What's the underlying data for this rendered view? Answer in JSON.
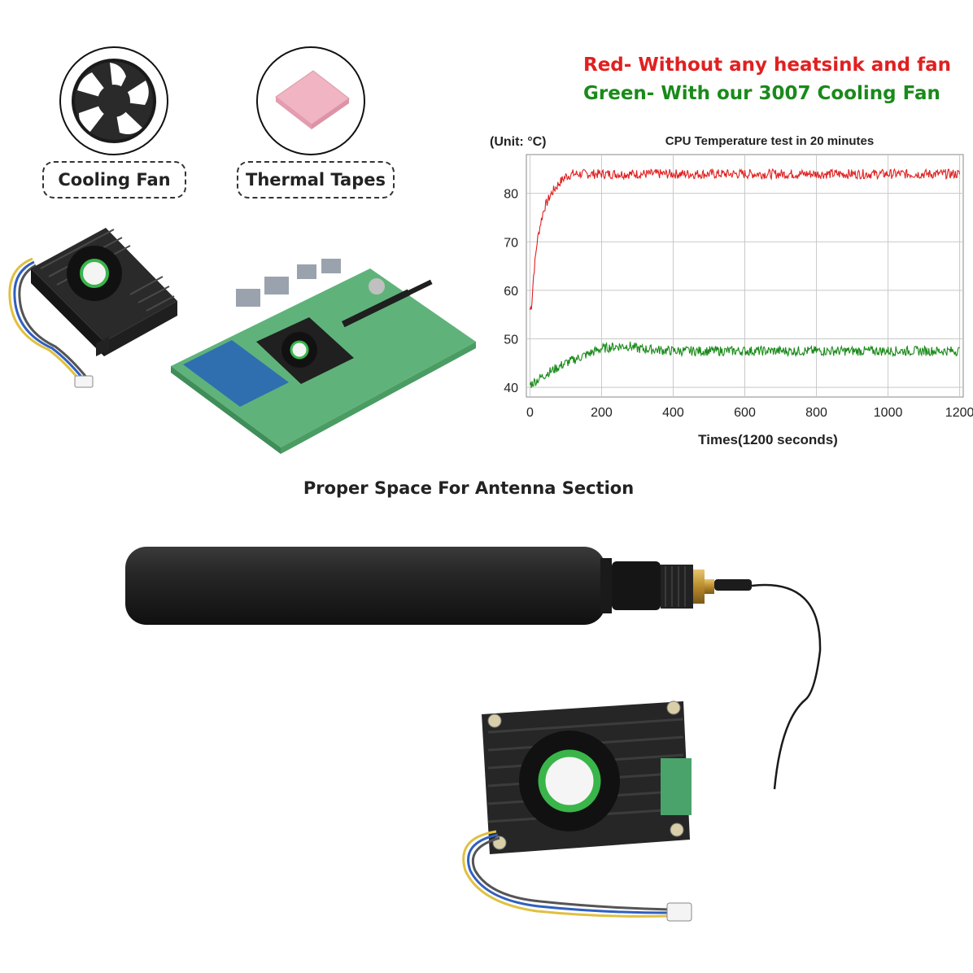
{
  "labels": {
    "cooling_fan": "Cooling Fan",
    "thermal_tapes": "Thermal Tapes",
    "antenna_section": "Proper Space For Antenna Section"
  },
  "legend": {
    "red": "Red- Without any heatsink and fan",
    "green": "Green-  With our 3007 Cooling Fan"
  },
  "colors": {
    "red": "#e02020",
    "green": "#1a8a1a",
    "grid": "#c8c8c8",
    "heatsink": "#1b1b1b",
    "pcb": "#4caf6e",
    "fan_label": "#39b54a",
    "thermal_tape": "#f2b8c6"
  },
  "chart_data": {
    "type": "line",
    "title": "CPU Temperature test in 20 minutes",
    "unit_label": "(Unit: °C)",
    "xlabel": "Times(1200 seconds)",
    "ylabel": "",
    "xlim": [
      -10,
      1210
    ],
    "ylim": [
      38,
      88
    ],
    "xticks": [
      0,
      200,
      400,
      600,
      800,
      1000,
      1200
    ],
    "yticks": [
      40,
      50,
      60,
      70,
      80
    ],
    "grid": true,
    "series": [
      {
        "name": "Red",
        "color": "#e02020",
        "x": [
          0,
          5,
          10,
          20,
          30,
          40,
          60,
          80,
          100,
          120,
          150,
          200,
          300,
          400,
          500,
          600,
          700,
          800,
          900,
          1000,
          1100,
          1200
        ],
        "values": [
          56,
          57,
          63,
          70,
          74,
          77,
          80,
          82,
          83.5,
          84,
          84,
          84,
          84,
          84,
          84,
          84,
          84,
          84,
          84,
          84,
          84,
          84
        ]
      },
      {
        "name": "Green",
        "color": "#1a8a1a",
        "x": [
          0,
          50,
          100,
          150,
          200,
          250,
          280,
          300,
          400,
          500,
          600,
          700,
          800,
          900,
          1000,
          1100,
          1200
        ],
        "values": [
          40.5,
          43,
          45,
          46.5,
          48,
          48.5,
          48.5,
          48,
          47.5,
          47.5,
          47.5,
          47.5,
          47.5,
          47.5,
          47.5,
          47.5,
          47.5
        ]
      }
    ]
  }
}
